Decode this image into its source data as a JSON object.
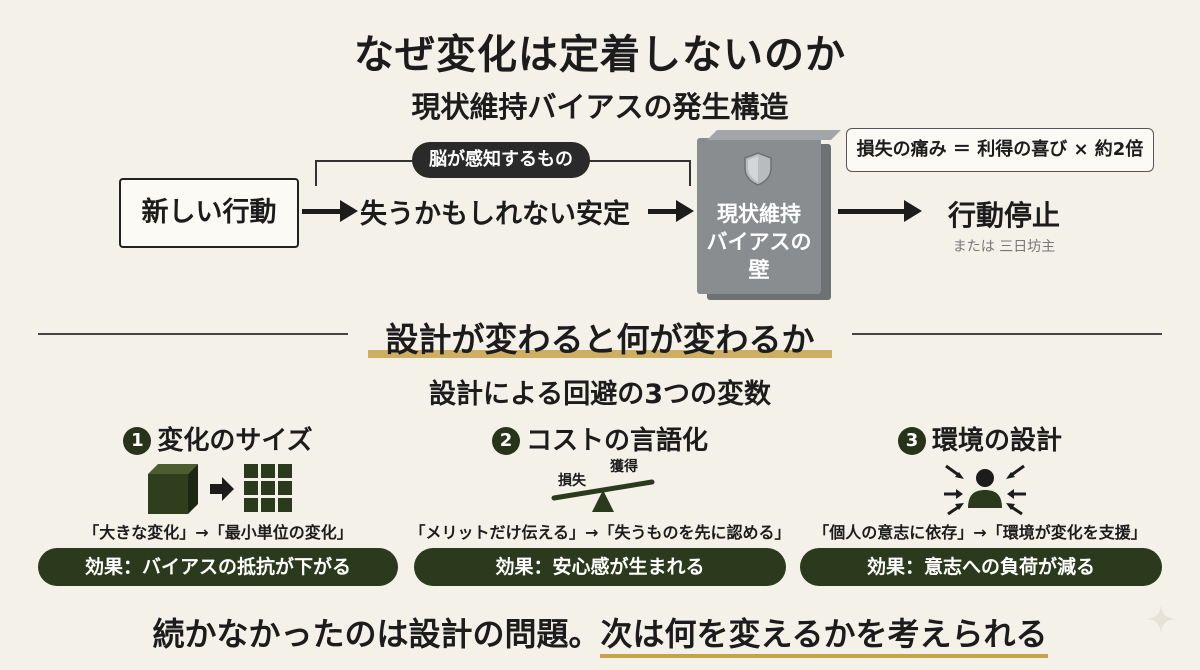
{
  "title": "なぜ変化は定着しないのか",
  "subtitle": "現状維持バイアスの発生構造",
  "flow": {
    "start_box": "新しい行動",
    "brain_badge": "脳が感知するもの",
    "perceived": "失うかもしれない安定",
    "wall_lines": [
      "現状維持",
      "バイアスの",
      "壁"
    ],
    "loss_note": "損失の痛み ＝ 利得の喜び × 約2倍",
    "result": "行動停止",
    "result_sub": "または 三日坊主"
  },
  "section": {
    "title": "設計が変わると何が変わるか",
    "subtitle": "設計による回避の3つの変数"
  },
  "variables": [
    {
      "number": "1",
      "title": "変化のサイズ",
      "desc": "「大きな変化」→「最小単位の変化」",
      "effect": "効果：バイアスの抵抗が下がる"
    },
    {
      "number": "2",
      "title": "コストの言語化",
      "scale_left": "損失",
      "scale_right": "獲得",
      "desc": "「メリットだけ伝える」→「失うものを先に認める」",
      "effect": "効果：安心感が生まれる"
    },
    {
      "number": "3",
      "title": "環境の設計",
      "desc": "「個人の意志に依存」→「環境が変化を支援」",
      "effect": "効果：意志への負荷が減る"
    }
  ],
  "conclusion": {
    "part1": "続かなかったのは設計の問題。",
    "part2": "次は何を変えるかを考えられる"
  },
  "colors": {
    "background": "#f4f1e8",
    "dark_green": "#2b3a1c",
    "wall_gray": "#8a8d90",
    "accent_gold": "#c6a24a"
  }
}
